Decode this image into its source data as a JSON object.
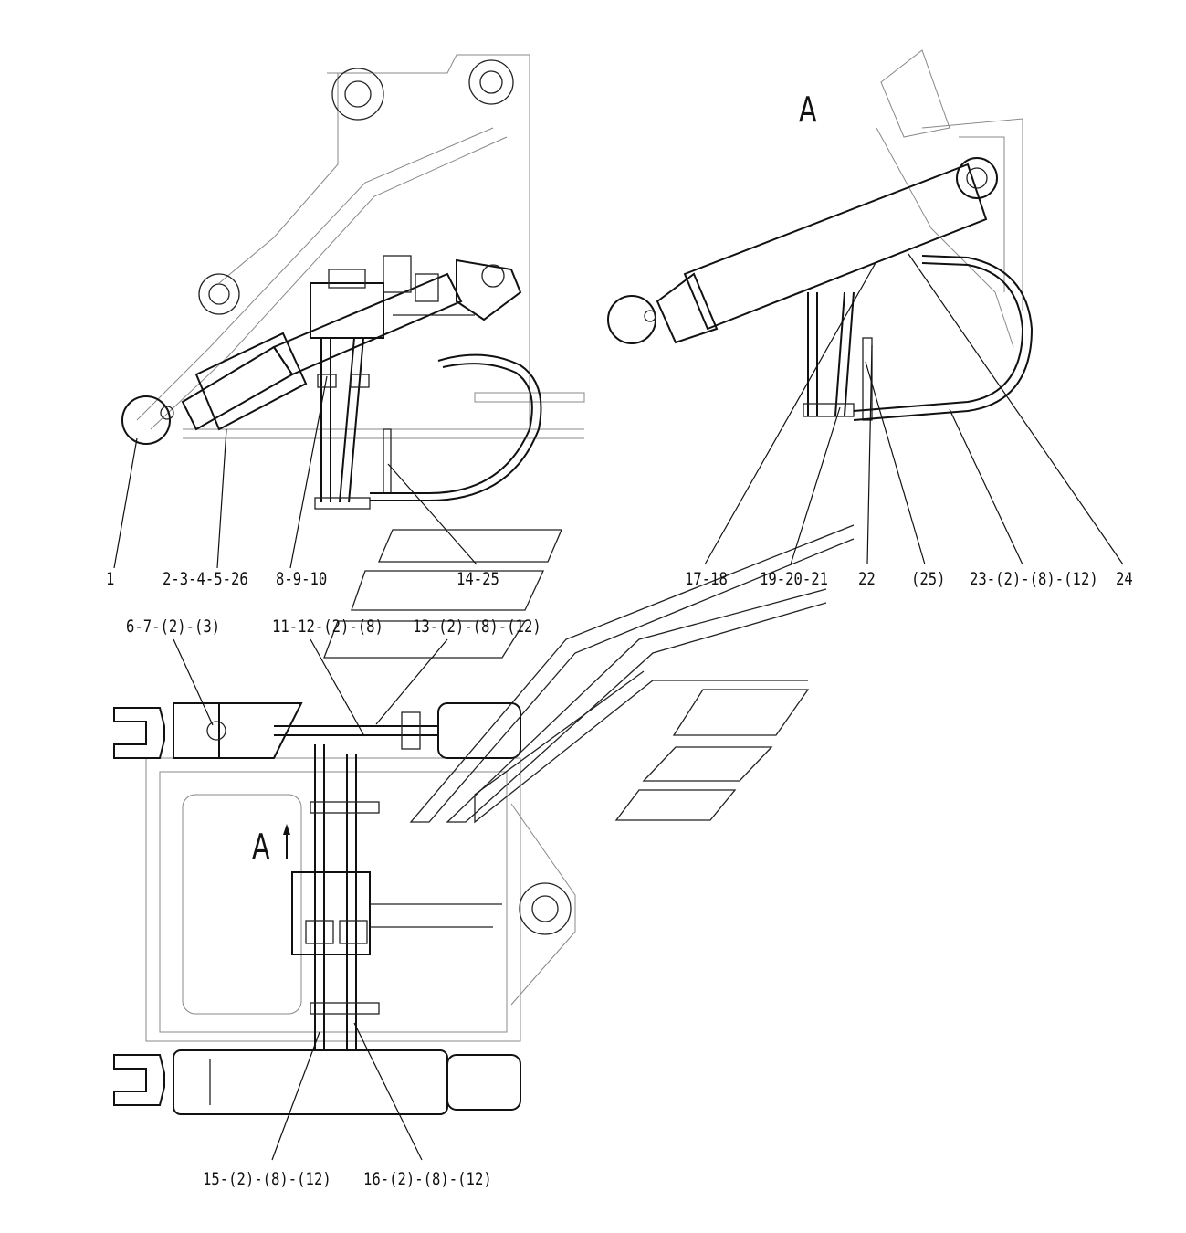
{
  "views": {
    "detail_view_letter": "A",
    "arrow_view_letter": "A"
  },
  "callouts": [
    "1",
    "2-3-4-5-26",
    "8-9-10",
    "14-25",
    "17-18",
    "19-20-21",
    "22",
    "(25)",
    "23-(2)-(8)-(12)",
    "24",
    "6-7-(2)-(3)",
    "11-12-(2)-(8)",
    "13-(2)-(8)-(12)",
    "15-(2)-(8)-(12)",
    "16-(2)-(8)-(12)"
  ]
}
